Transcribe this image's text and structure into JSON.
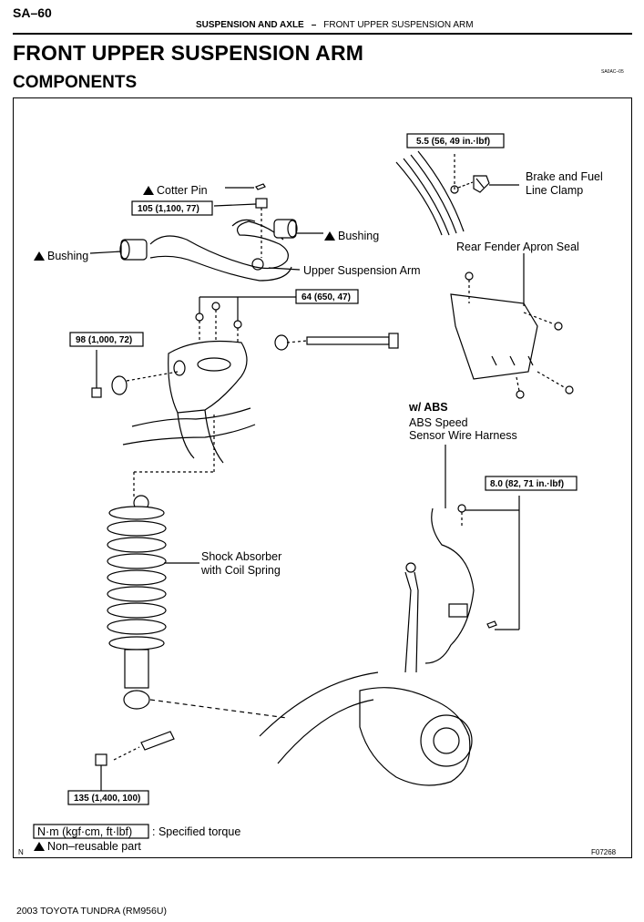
{
  "header": {
    "page_code": "SA–60",
    "section": "SUSPENSION AND AXLE",
    "separator": "–",
    "subsection": "FRONT UPPER SUSPENSION ARM"
  },
  "title": "FRONT UPPER SUSPENSION ARM",
  "subtitle": "COMPONENTS",
  "ref_code": "SA0AC–05",
  "diagram": {
    "labels": {
      "cotter_pin": "Cotter Pin",
      "bushing_left": "Bushing",
      "bushing_right": "Bushing",
      "upper_suspension_arm": "Upper Suspension Arm",
      "brake_fuel_clamp_line1": "Brake and Fuel",
      "brake_fuel_clamp_line2": "Line Clamp",
      "rear_fender_apron_seal": "Rear Fender Apron Seal",
      "w_abs": "w/ ABS",
      "abs_line1": "ABS Speed",
      "abs_line2": "Sensor Wire Harness",
      "shock_line1": "Shock Absorber",
      "shock_line2": "with Coil Spring"
    },
    "torques": {
      "t_55": "5.5 (56, 49 in.·lbf)",
      "t_105": "105 (1,100, 77)",
      "t_64": "64 (650, 47)",
      "t_98": "98 (1,000, 72)",
      "t_80": "8.0 (82, 71 in.·lbf)",
      "t_135": "135 (1,400, 100)"
    },
    "legend": {
      "unit_box": "N·m (kgf·cm, ft·lbf)",
      "specified_torque": ": Specified torque",
      "non_reusable": "Non–reusable part"
    },
    "corner_n": "N",
    "figure_code": "F07268"
  },
  "footer": "2003 TOYOTA TUNDRA   (RM956U)"
}
